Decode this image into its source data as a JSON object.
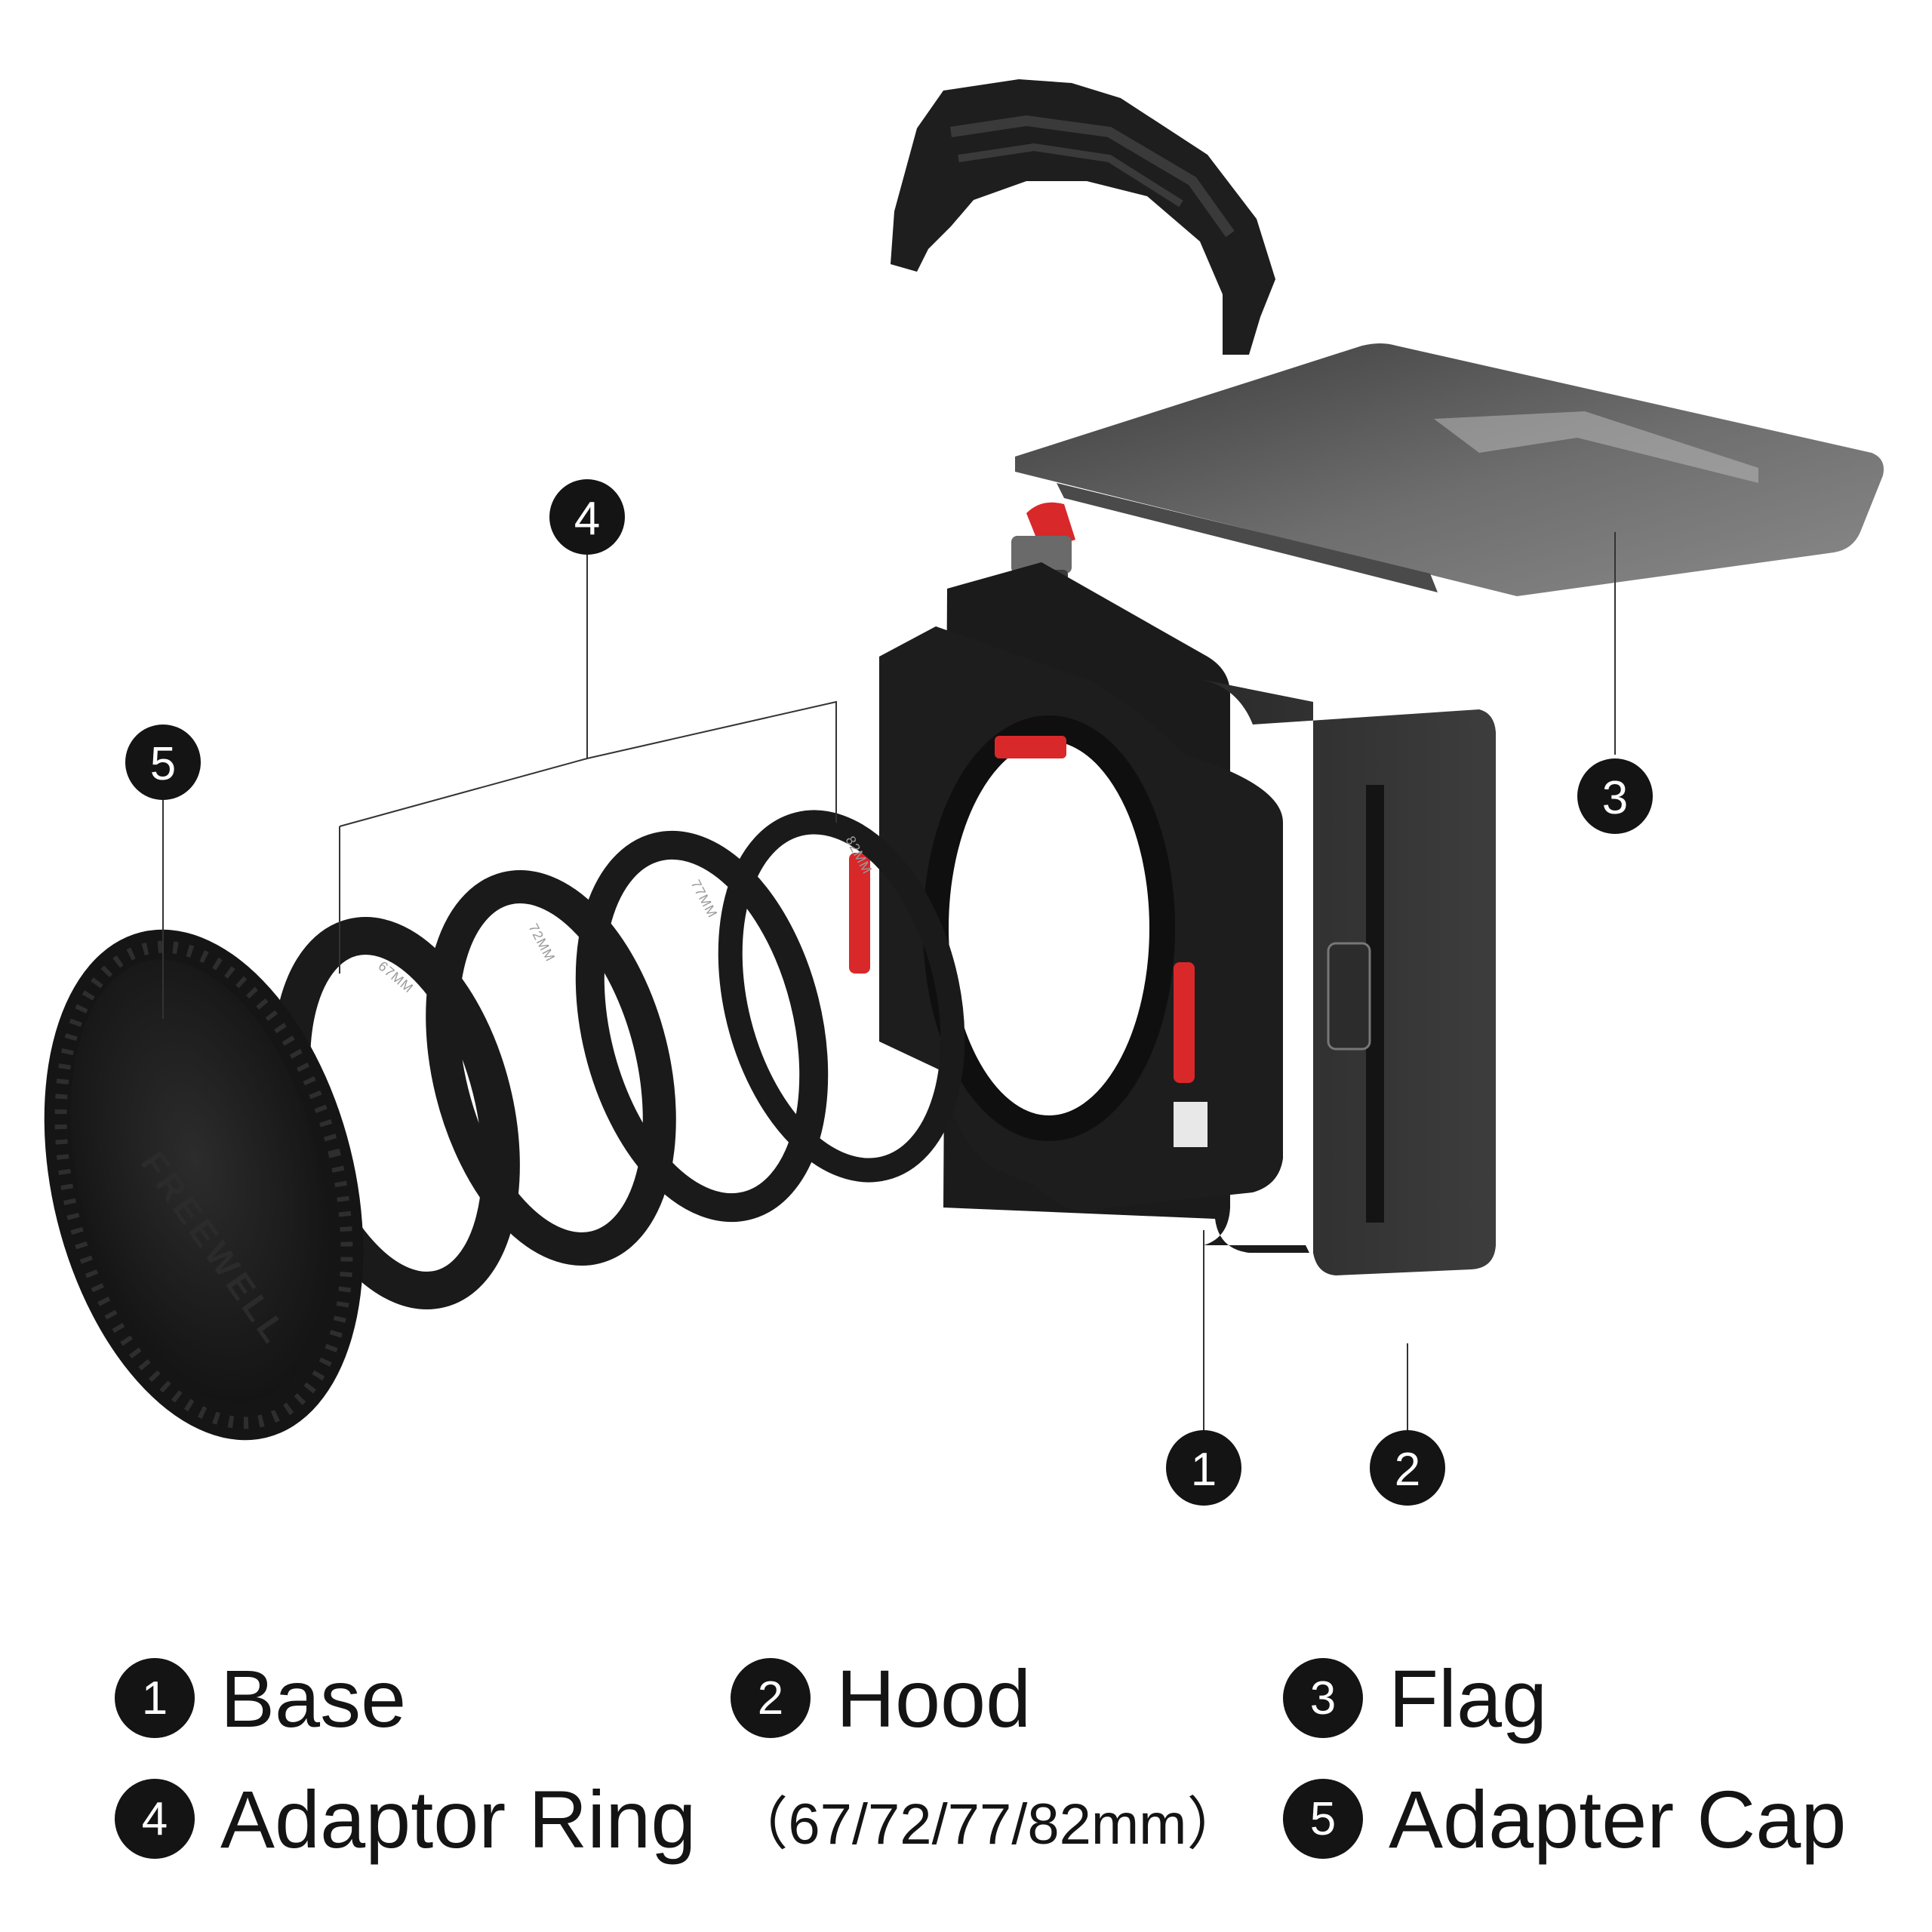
{
  "callouts": [
    {
      "number": "1",
      "label": "Base"
    },
    {
      "number": "2",
      "label": "Hood"
    },
    {
      "number": "3",
      "label": "Flag"
    },
    {
      "number": "4",
      "label": "Adaptor Ring",
      "note": "（67/72/77/82mm）"
    },
    {
      "number": "5",
      "label": "Adapter Cap"
    }
  ],
  "ring_sizes": [
    "67MM",
    "72MM",
    "77MM",
    "82MM"
  ],
  "brand": "FREEWELL",
  "colors": {
    "badge": "#141414",
    "text": "#141414",
    "part_dark": "#1c1c1c",
    "accent_red": "#d8282a",
    "flag_gray": "#5e5e5e",
    "leader_line": "#333333"
  }
}
